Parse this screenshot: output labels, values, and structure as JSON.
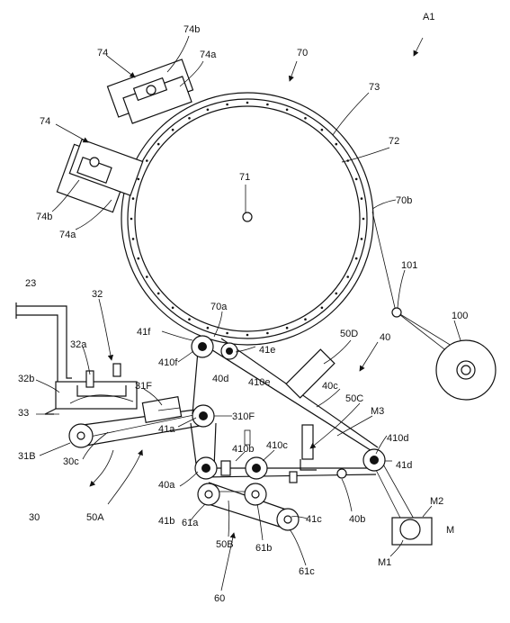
{
  "figure": {
    "labels": {
      "A1": "A1",
      "n70": "70",
      "n71": "71",
      "n72": "72",
      "n73": "73",
      "n74_top": "74",
      "n74_left": "74",
      "n74a_top": "74a",
      "n74b_top": "74b",
      "n74a_left": "74a",
      "n74b_left": "74b",
      "n70a": "70a",
      "n70b": "70b",
      "n101": "101",
      "n100": "100",
      "n23": "23",
      "n32": "32",
      "n32a": "32a",
      "n32b": "32b",
      "n33": "33",
      "n31F": "31F",
      "n31B": "31B",
      "n30": "30",
      "n30c": "30c",
      "n50A": "50A",
      "n41f": "41f",
      "n410f": "410f",
      "n40d": "40d",
      "n410e": "410e",
      "n41e": "41e",
      "n50D": "50D",
      "n40": "40",
      "n40c": "40c",
      "n50C": "50C",
      "nM3": "M3",
      "n410d": "410d",
      "n41d": "41d",
      "n310F": "310F",
      "n41a": "41a",
      "n410b": "410b",
      "n410c": "410c",
      "n40a": "40a",
      "n40b": "40b",
      "n41b": "41b",
      "n61a": "61a",
      "n61b": "61b",
      "n41c": "41c",
      "n61c": "61c",
      "n50B": "50B",
      "n60": "60",
      "nM2": "M2",
      "nM": "M",
      "nM1": "M1"
    }
  }
}
